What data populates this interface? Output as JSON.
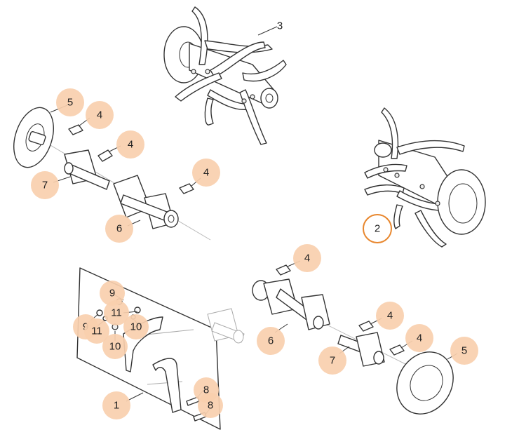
{
  "diagram": {
    "callouts": {
      "c1": "1",
      "c2": "2",
      "c3": "3",
      "c4a": "4",
      "c4b": "4",
      "c4c": "4",
      "c4d": "4",
      "c4e": "4",
      "c4f": "4",
      "c5a": "5",
      "c5b": "5",
      "c6a": "6",
      "c6b": "6",
      "c7a": "7",
      "c7b": "7",
      "c8a": "8",
      "c8b": "8",
      "c9a": "9",
      "c9b": "9",
      "c10a": "10",
      "c10b": "10",
      "c11a": "11",
      "c11b": "11"
    },
    "colors": {
      "callout_fill": "#f9cfae",
      "active_ring": "#e8872e",
      "line": "#333333"
    }
  }
}
